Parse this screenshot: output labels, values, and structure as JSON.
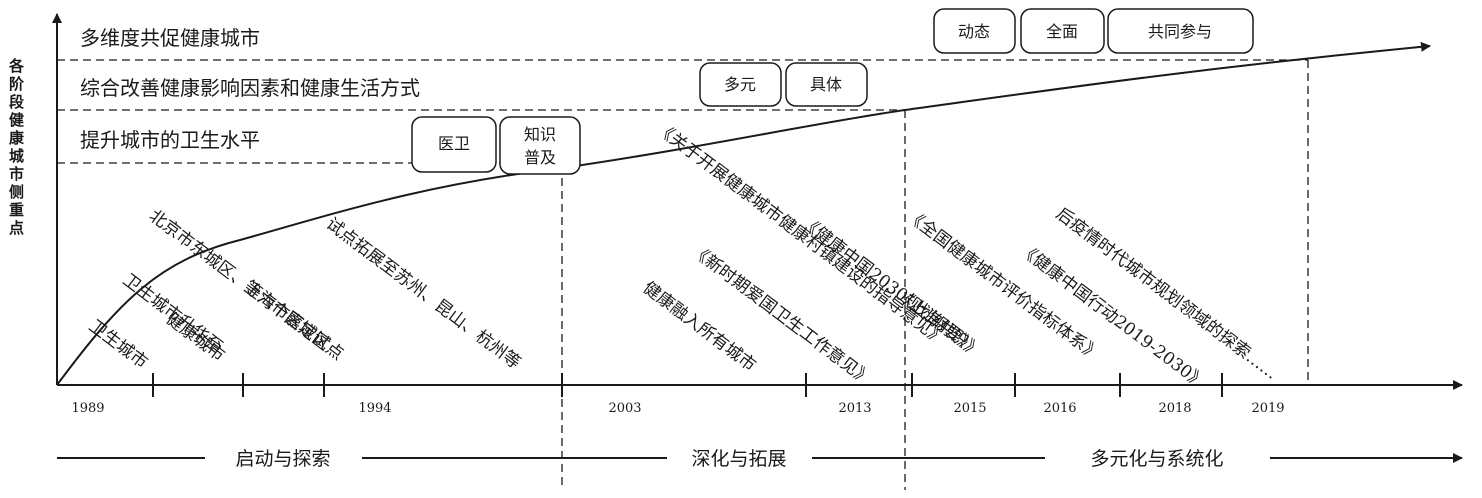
{
  "y_axis_label": "各阶段健康城市侧重点",
  "levels": [
    "多维度共促健康城市",
    "综合改善健康影响因素和健康生活方式",
    "提升城市的卫生水平"
  ],
  "keywords": {
    "level3": [
      "医卫",
      "知识",
      "普及"
    ],
    "level2": [
      "多元",
      "具体"
    ],
    "level1": [
      "动态",
      "全面",
      "共同参与"
    ]
  },
  "years": [
    "1989",
    "1994",
    "2003",
    "2013",
    "2015",
    "2016",
    "2018",
    "2019"
  ],
  "events": [
    "卫生城市",
    "卫生城市升华至",
    "健康城市",
    "北京市东城区、上海市嘉定区",
    "等六个区域试点",
    "试点拓展至苏州、昆山、杭州等",
    "健康融入所有城市",
    "《新时期爱国卫生工作意见》",
    "《关于开展健康城市健康村镇建设的指导意见》",
    "《健康中国2030规划纲要》",
    "《上海共识》",
    "《全国健康城市评价指标体系》",
    "《健康中国行动2019-2030》",
    "后疫情时代城市规划领域的探索……"
  ],
  "phases": [
    "启动与探索",
    "深化与拓展",
    "多元化与系统化"
  ]
}
